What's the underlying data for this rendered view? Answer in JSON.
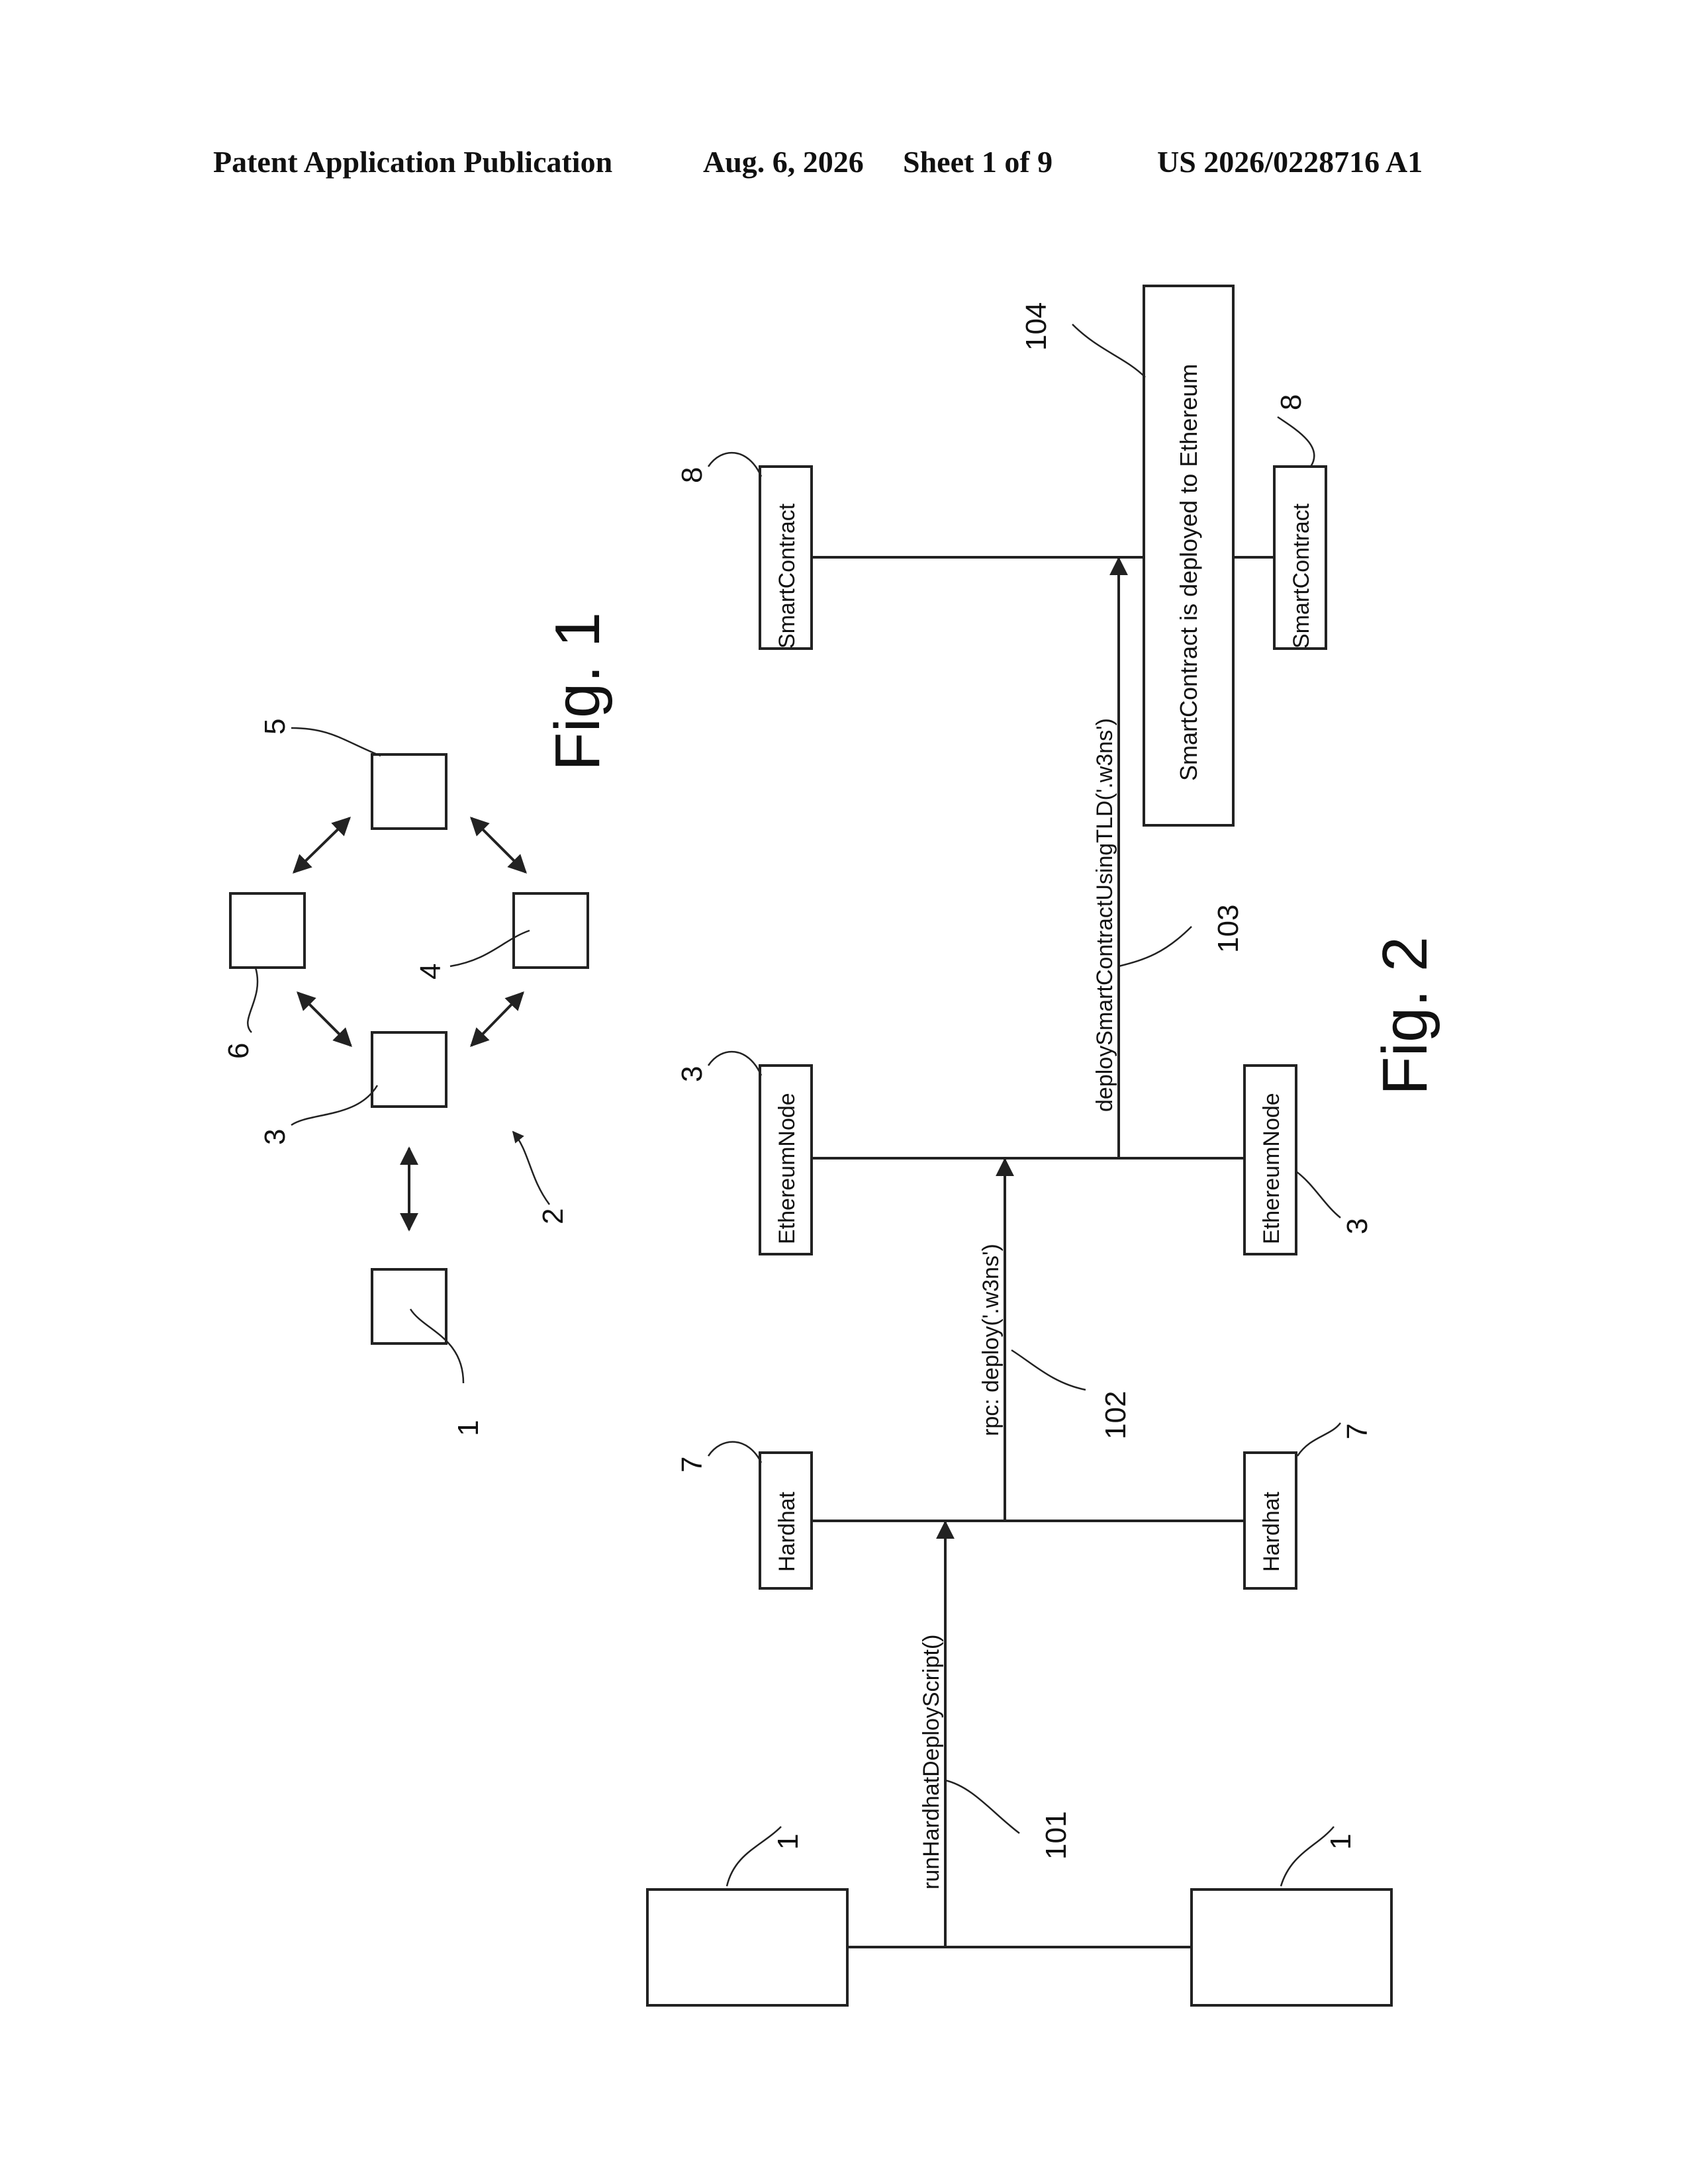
{
  "header": {
    "publication": "Patent Application Publication",
    "date": "Aug. 6, 2026",
    "sheet": "Sheet 1 of 9",
    "number": "US 2026/0228716 A1"
  },
  "fig1": {
    "caption": "Fig. 1",
    "refs": {
      "r1": "1",
      "r2": "2",
      "r3": "3",
      "r4": "4",
      "r5": "5",
      "r6": "6"
    }
  },
  "fig2": {
    "caption": "Fig. 2",
    "boxes": {
      "smart_contract": "SmartContract",
      "ethereum_node": "EthereumNode",
      "hardhat": "Hardhat",
      "deployed": "SmartContract is deployed to Ethereum"
    },
    "messages": {
      "m101": "runHardhatDeployScript()",
      "m102": "rpc: deploy('.w3ns')",
      "m103": "deploySmartContractUsingTLD('.w3ns')"
    },
    "refs": {
      "r1": "1",
      "r3": "3",
      "r7": "7",
      "r8": "8",
      "r101": "101",
      "r102": "102",
      "r103": "103",
      "r104": "104"
    }
  }
}
